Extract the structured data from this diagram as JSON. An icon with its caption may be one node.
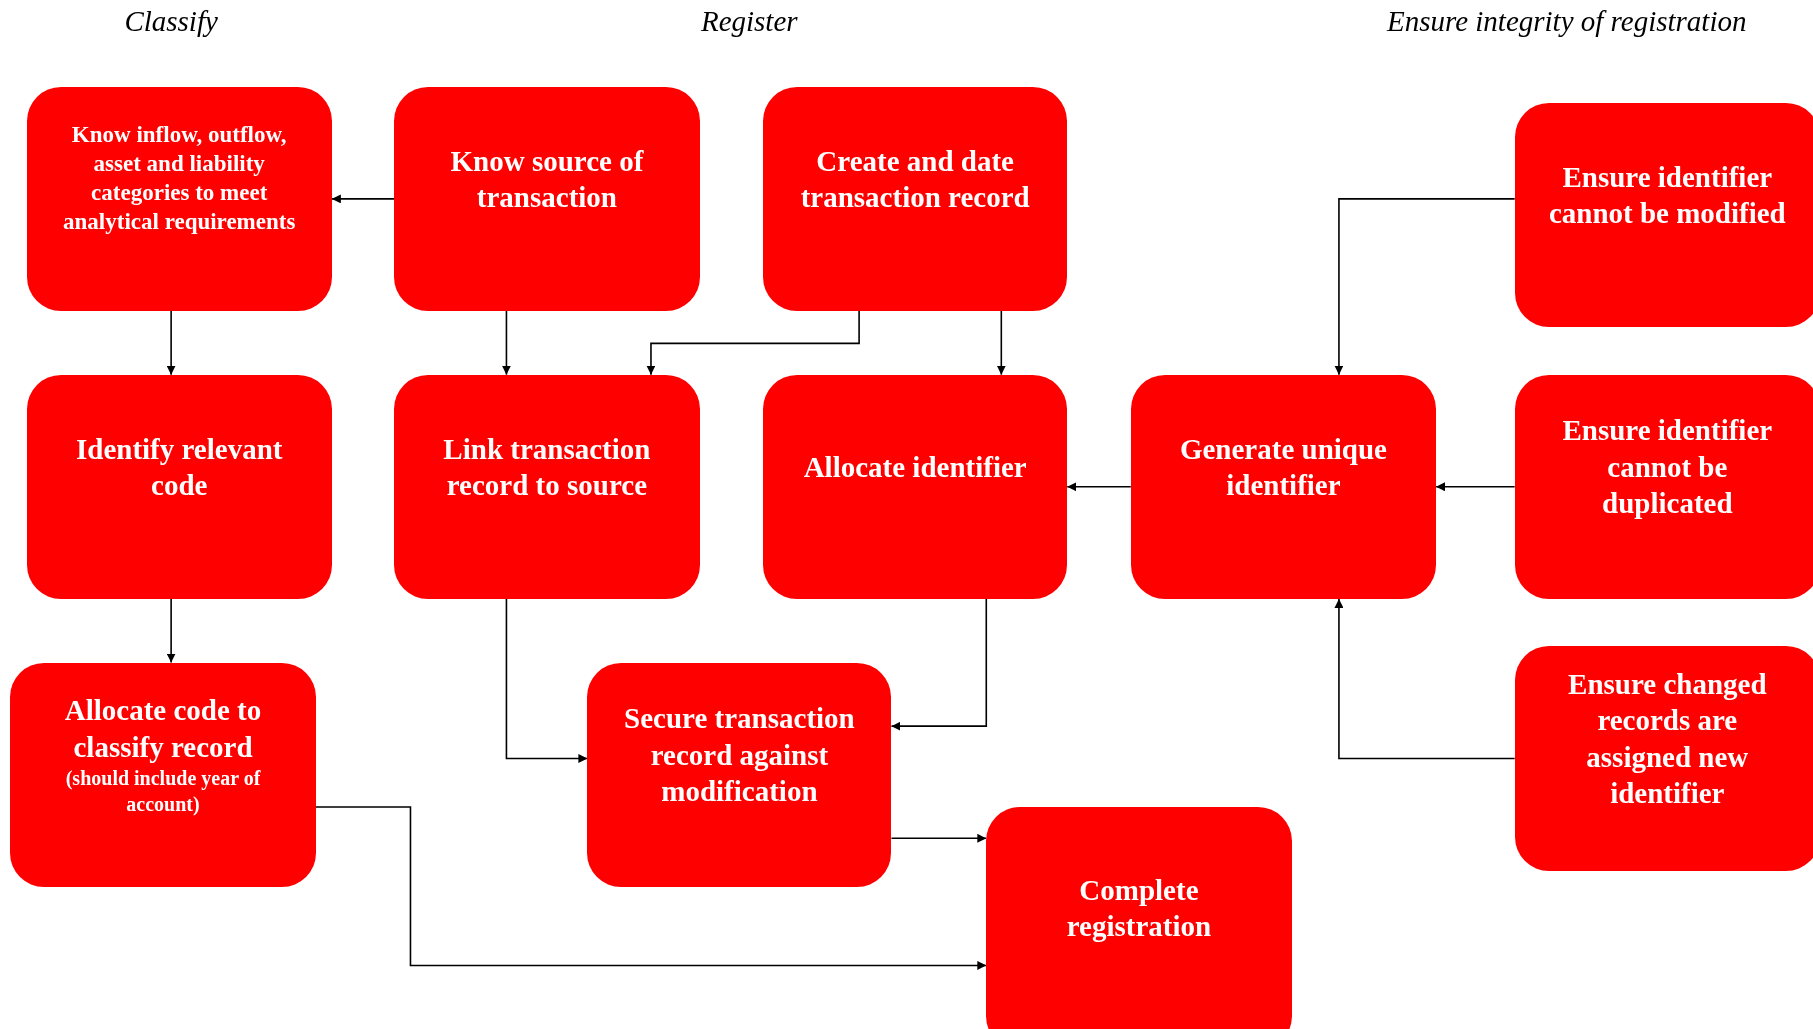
{
  "diagram": {
    "nodes": [
      {
        "text": [
          "Know inflow, outflow, asset and liability categories to meet analytical requirements"
        ]
      },
      {
        "text": [
          "Know source of transaction"
        ]
      },
      {
        "text": [
          "Create and date transaction record"
        ]
      },
      {
        "text": [
          "Ensure identifier cannot be modified"
        ]
      },
      {
        "text": [
          "Identify relevant code"
        ]
      },
      {
        "text": [
          "Link transaction record to source"
        ]
      },
      {
        "text": [
          "Allocate identifier"
        ]
      },
      {
        "text": [
          "Generate unique identifier"
        ]
      },
      {
        "text": [
          "Ensure identifier cannot be duplicated"
        ]
      },
      {
        "text": [
          "Allocate code to classify record",
          "(should include year of account)"
        ]
      },
      {
        "text": [
          "Secure transaction record against modification"
        ]
      },
      {
        "text": [
          "Ensure changed records are assigned new identifier"
        ]
      },
      {
        "text": [
          "Complete registration"
        ]
      }
    ],
    "edges": [
      {
        "from": 1,
        "to": 0,
        "arrow": "to"
      },
      {
        "from": 0,
        "to": 4,
        "arrow": "to"
      },
      {
        "from": 1,
        "to": 5,
        "arrow": "to"
      },
      {
        "from": 2,
        "to": 5,
        "arrow": "to"
      },
      {
        "from": 2,
        "to": 6,
        "arrow": "to"
      },
      {
        "from": 3,
        "to": 7,
        "arrow": "to"
      },
      {
        "from": 7,
        "to": 6,
        "arrow": "to"
      },
      {
        "from": 8,
        "to": 7,
        "arrow": "to"
      },
      {
        "from": 11,
        "to": 7,
        "arrow": "to"
      },
      {
        "from": 4,
        "to": 9,
        "arrow": "to"
      },
      {
        "from": 5,
        "to": 10,
        "arrow": "to"
      },
      {
        "from": 6,
        "to": 10,
        "arrow": "to"
      },
      {
        "from": 10,
        "to": 12,
        "arrow": "to"
      },
      {
        "from": 9,
        "to": 12,
        "arrow": "to"
      }
    ],
    "labels": [
      "Classify",
      "Register",
      "Ensure integrity of registration"
    ]
  }
}
